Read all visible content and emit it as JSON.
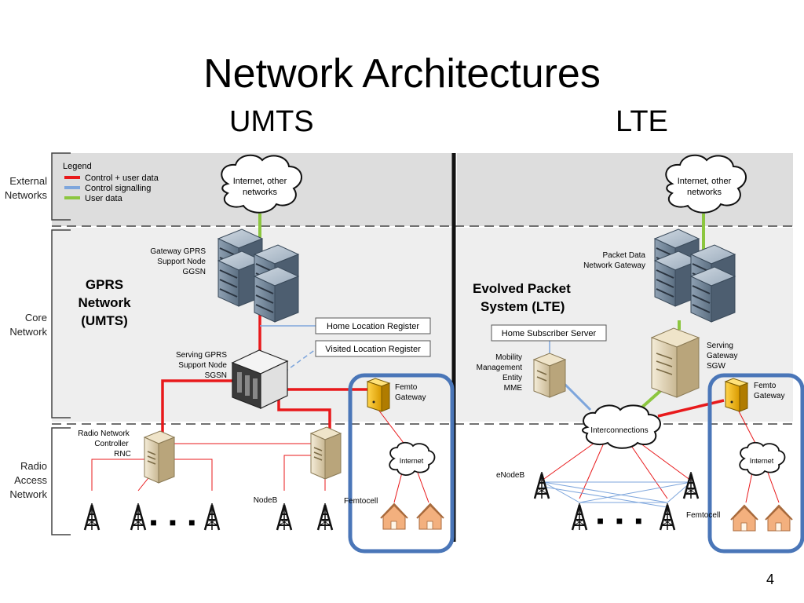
{
  "slide": {
    "title": "Network Architectures",
    "subtitle_left": "UMTS",
    "subtitle_right": "LTE",
    "page_number": "4"
  },
  "layers": {
    "external": [
      "External",
      "Networks"
    ],
    "core": [
      "Core",
      "Network"
    ],
    "ran": [
      "Radio",
      "Access",
      "Network"
    ]
  },
  "legend": {
    "title": "Legend",
    "items": [
      {
        "label": "Control + user data",
        "color": "#e8191b"
      },
      {
        "label": "Control signalling",
        "color": "#7ea6dc"
      },
      {
        "label": "User data",
        "color": "#8cc63f"
      }
    ]
  },
  "umts": {
    "internet": [
      "Internet, other",
      "networks"
    ],
    "ggsn": [
      "Gateway GPRS",
      "Support Node",
      "GGSN"
    ],
    "network_name": [
      "GPRS",
      "Network",
      "(UMTS)"
    ],
    "hlr": "Home Location Register",
    "vlr": "Visited Location Register",
    "sgsn": [
      "Serving GPRS",
      "Support Node",
      "SGSN"
    ],
    "rnc": [
      "Radio Network",
      "Controller",
      "RNC"
    ],
    "nodeb": "NodeB",
    "femto_gateway": [
      "Femto",
      "Gateway"
    ],
    "femto_internet": "Internet",
    "femtocell": "Femtocell",
    "dots": "■ ■ ■"
  },
  "lte": {
    "internet": [
      "Internet, other",
      "networks"
    ],
    "pdn_gateway": [
      "Packet Data",
      "Network Gateway"
    ],
    "network_name": [
      "Evolved Packet",
      "System (LTE)"
    ],
    "hss": "Home Subscriber Server",
    "mme": [
      "Mobility",
      "Management",
      "Entity",
      "MME"
    ],
    "sgw": [
      "Serving",
      "Gateway",
      "SGW"
    ],
    "interconnections": "Interconnections",
    "enodeb": "eNodeB",
    "femto_gateway": [
      "Femto",
      "Gateway"
    ],
    "femto_internet": "Internet",
    "femtocell": "Femtocell",
    "dots": "■ ■ ■"
  },
  "colors": {
    "red_link": "#e8191b",
    "blue_link": "#7ea6dc",
    "green_link": "#8cc63f",
    "highlight_box": "#4a76b8",
    "external_band": "#dddddd",
    "core_band": "#eeeeee"
  }
}
